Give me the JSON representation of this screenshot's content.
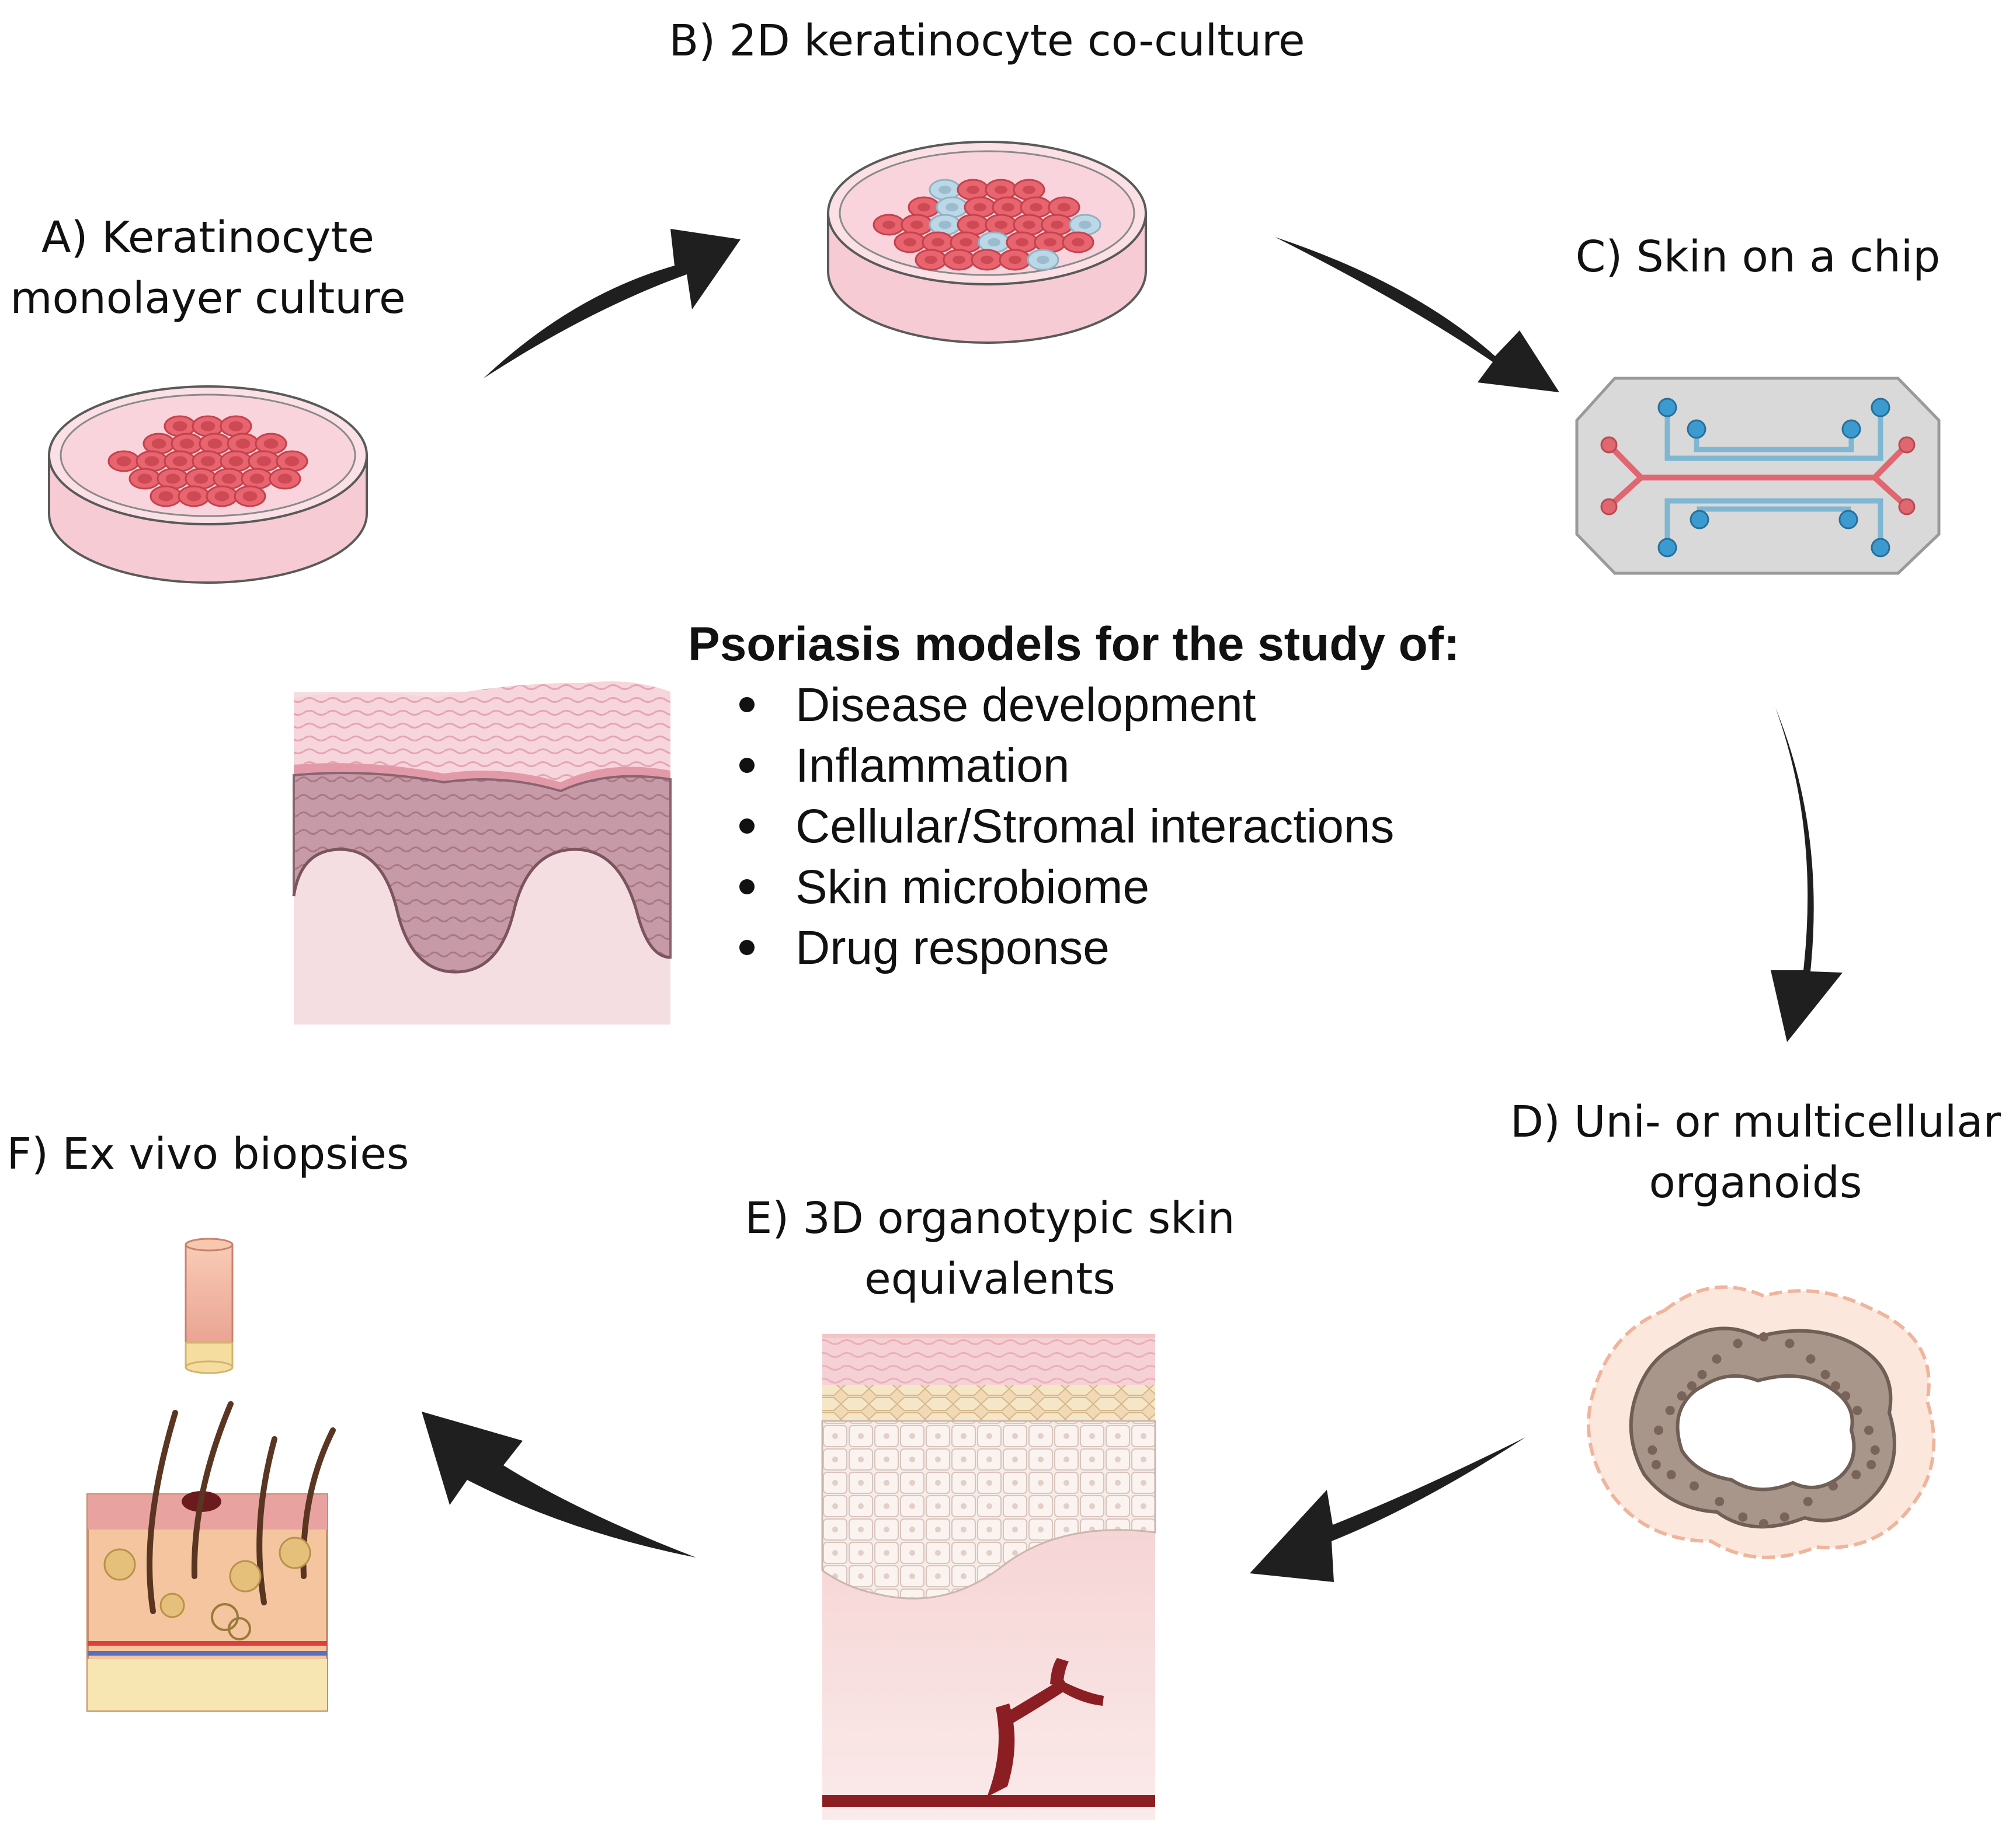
{
  "title": "Psoriasis models for the study of:",
  "study_topics": [
    "Disease development",
    "Inflammation",
    "Cellular/Stromal interactions",
    "Skin microbiome",
    "Drug response"
  ],
  "models": {
    "a": {
      "line1": "A) Keratinocyte",
      "line2": "monolayer culture"
    },
    "b": {
      "line1": "B) 2D keratinocyte co-culture"
    },
    "c": {
      "line1": "C) Skin on a chip"
    },
    "d": {
      "line1": "D) Uni- or multicellular",
      "line2": "organoids"
    },
    "e": {
      "line1": "E) 3D organotypic skin",
      "line2": "equivalents"
    },
    "f": {
      "line1": "F) Ex vivo biopsies"
    }
  },
  "icons": {
    "a": "petri-dish-keratinocyte-icon",
    "b": "petri-dish-coculture-icon",
    "c": "microfluidic-chip-icon",
    "d": "organoid-icon",
    "e": "skin-equivalent-icon",
    "f": "skin-biopsy-icon",
    "center": "psoriatic-skin-section-icon"
  },
  "colors": {
    "dish_pink": "#f9d4dc",
    "cell_red": "#e8646e",
    "cell_blue": "#bcd8e6",
    "chip_grey": "#d9d9d9",
    "channel_red": "#e06670",
    "channel_blue": "#7fb7d3",
    "organoid_brown": "#a8968a",
    "vessel_red": "#8b1e23",
    "arrow": "#1f1f1f"
  }
}
